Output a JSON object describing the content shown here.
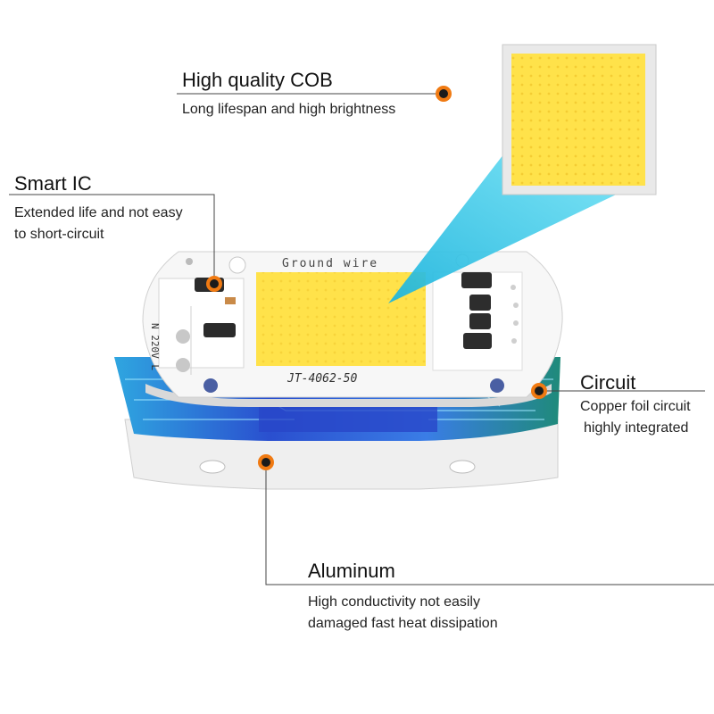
{
  "callouts": {
    "cob": {
      "title": "High quality COB",
      "desc": [
        "Long lifespan and high brightness"
      ]
    },
    "smart_ic": {
      "title": "Smart IC",
      "desc": [
        "Extended life and not easy",
        "to short-circuit"
      ]
    },
    "circuit": {
      "title": "Circuit",
      "desc": [
        "Copper foil circuit",
        "highly integrated"
      ]
    },
    "aluminum": {
      "title": "Aluminum",
      "desc": [
        "High conductivity not easily",
        "damaged fast heat dissipation"
      ]
    }
  },
  "board": {
    "top_text": "Ground wire",
    "model_text": "JT-4062-50",
    "side_text": "N 220V L"
  },
  "colors": {
    "led_yellow": "#ffe24a",
    "beam_cyan": "#22c8e8",
    "marker_orange": "#f07a12",
    "pcb_blue": "#2a5fd0",
    "aluminum_base": "#f2f2f2"
  }
}
